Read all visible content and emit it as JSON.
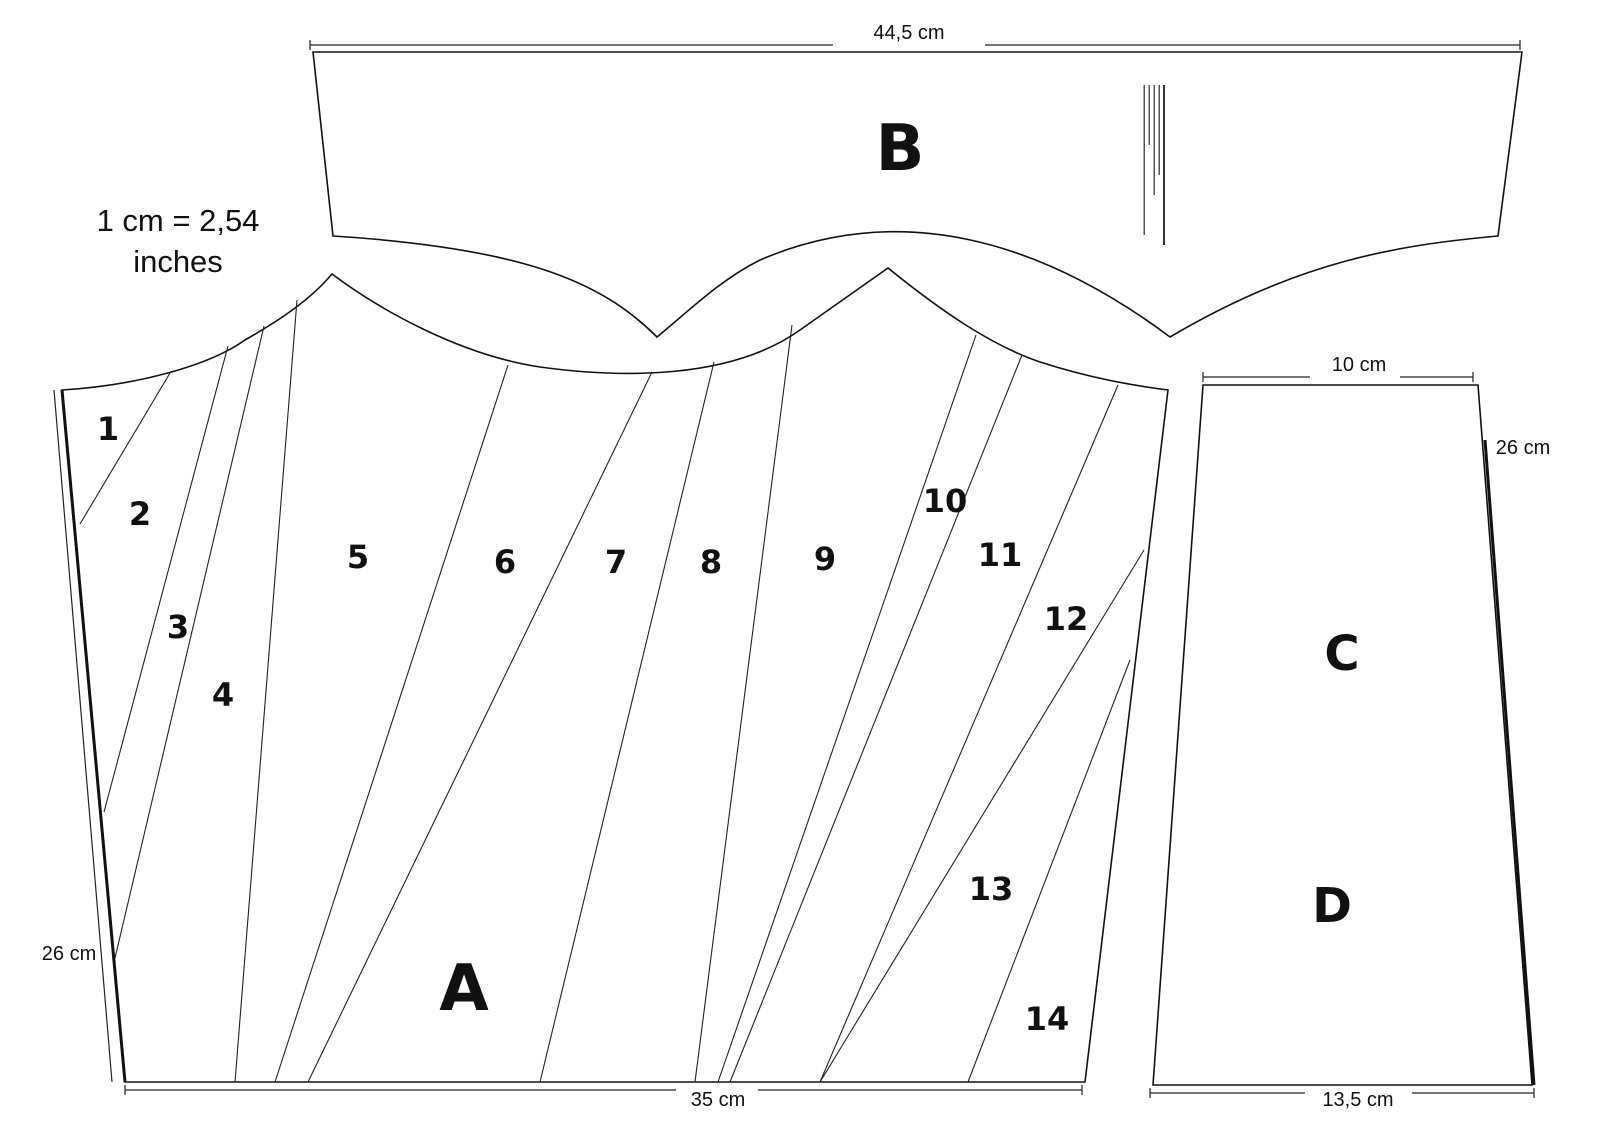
{
  "scale_note": {
    "line1": "1 cm = 2,54",
    "line2": "inches"
  },
  "pieces": {
    "A": {
      "label": "A",
      "width": "35 cm",
      "height": "26 cm"
    },
    "B": {
      "label": "B",
      "width": "44,5 cm"
    },
    "C": {
      "label": "C",
      "top_width": "10 cm",
      "side_height": "26 cm"
    },
    "D": {
      "label": "D",
      "bottom_width": "13,5 cm"
    }
  },
  "sections": [
    "1",
    "2",
    "3",
    "4",
    "5",
    "6",
    "7",
    "8",
    "9",
    "10",
    "11",
    "12",
    "13",
    "14"
  ],
  "colors": {
    "line": "#111111",
    "paper": "#ffffff"
  }
}
